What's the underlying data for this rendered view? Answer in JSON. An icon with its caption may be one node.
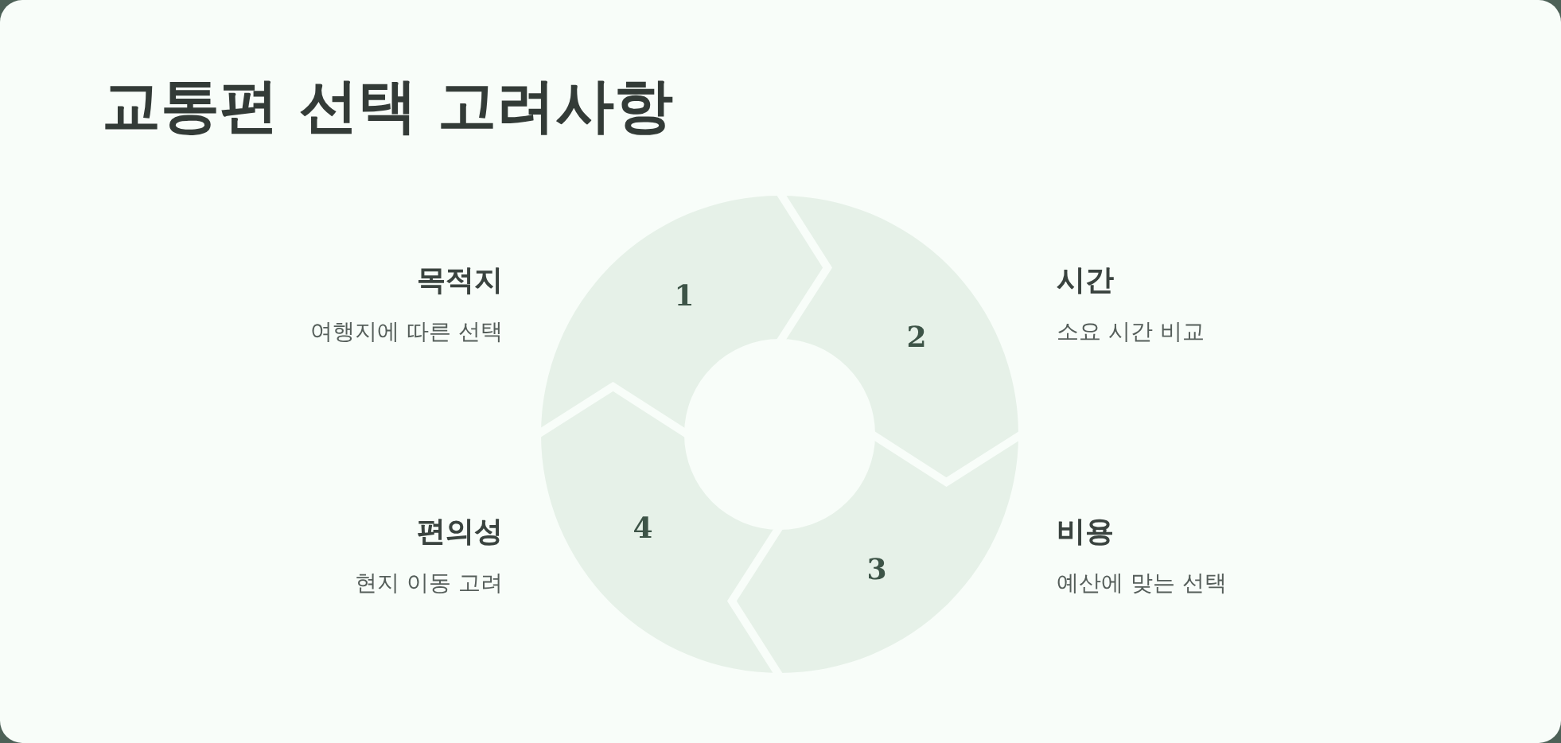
{
  "diagram": {
    "title": "교통편 선택 고려사항",
    "nodes": [
      {
        "text": [
          "1"
        ],
        "beside": [
          "목적지",
          "여행지에 따른 선택"
        ]
      },
      {
        "text": [
          "2"
        ],
        "beside": [
          "시간",
          "소요 시간 비교"
        ]
      },
      {
        "text": [
          "3"
        ],
        "beside": [
          "비용",
          "예산에 맞는 선택"
        ]
      },
      {
        "text": [
          "4"
        ],
        "beside": [
          "편의성",
          "현지 이동 고려"
        ]
      }
    ]
  }
}
